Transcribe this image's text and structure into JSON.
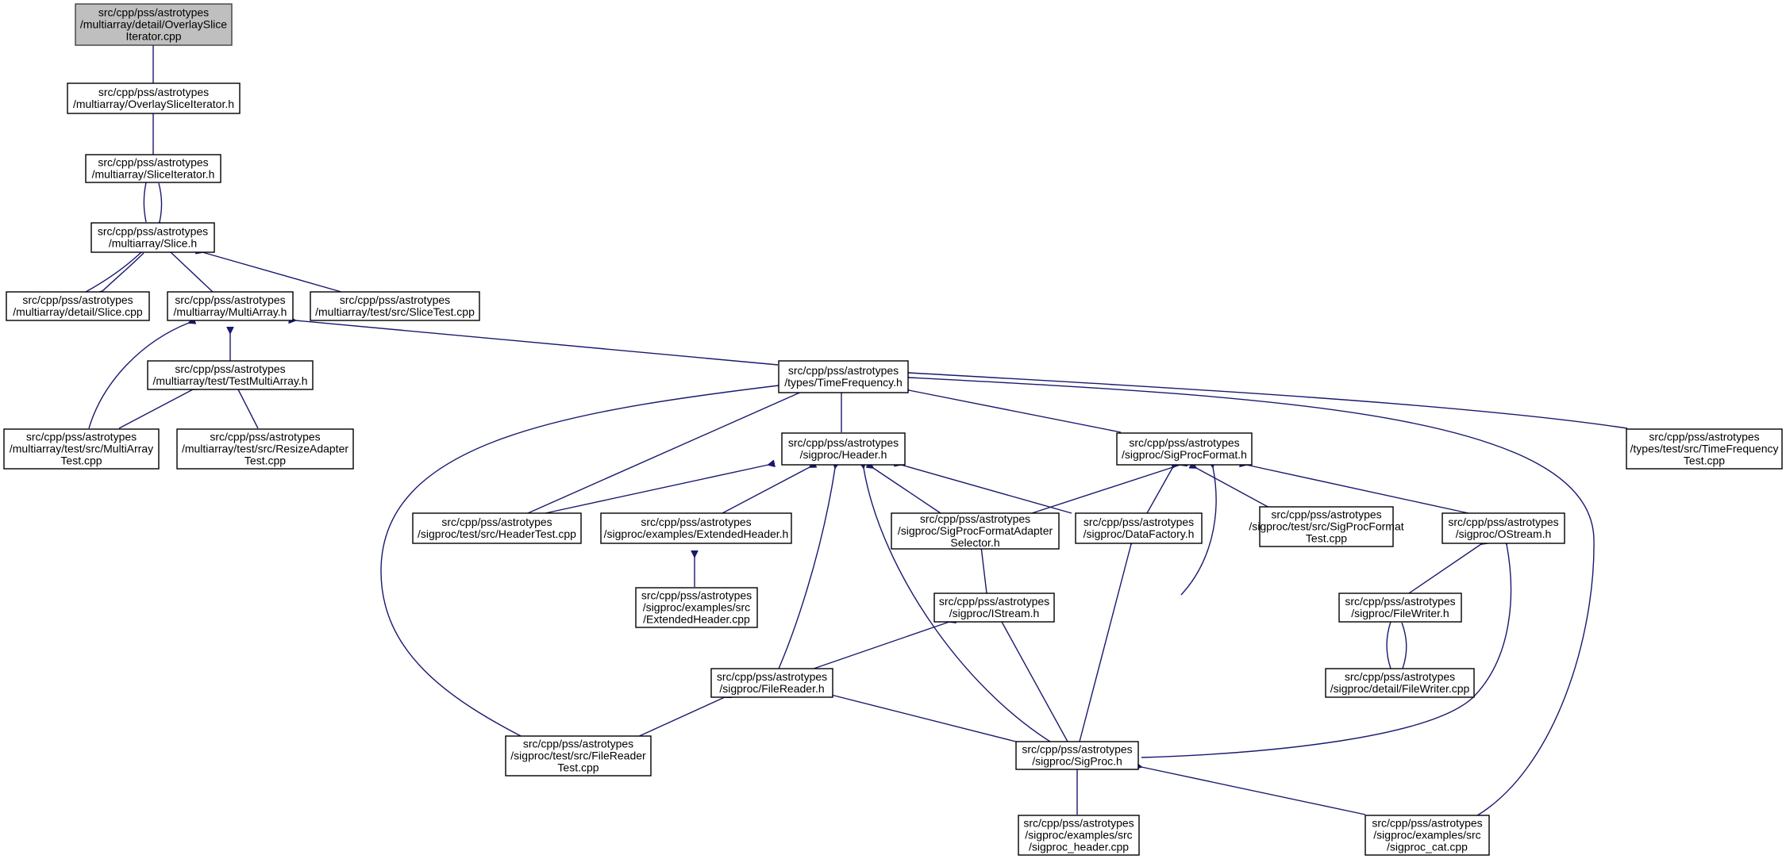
{
  "graph": {
    "title": "",
    "edge_color": "#191970",
    "root_fill": "#bfbfbf",
    "nodes": [
      {
        "id": "osi_cpp",
        "lines": [
          "src/cpp/pss/astrotypes",
          "/multiarray/detail/OverlaySlice",
          "Iterator.cpp"
        ],
        "root": true
      },
      {
        "id": "osi_h",
        "lines": [
          "src/cpp/pss/astrotypes",
          "/multiarray/OverlaySliceIterator.h"
        ]
      },
      {
        "id": "si_h",
        "lines": [
          "src/cpp/pss/astrotypes",
          "/multiarray/SliceIterator.h"
        ]
      },
      {
        "id": "slice_h",
        "lines": [
          "src/cpp/pss/astrotypes",
          "/multiarray/Slice.h"
        ]
      },
      {
        "id": "slice_cpp",
        "lines": [
          "src/cpp/pss/astrotypes",
          "/multiarray/detail/Slice.cpp"
        ]
      },
      {
        "id": "ma_h",
        "lines": [
          "src/cpp/pss/astrotypes",
          "/multiarray/MultiArray.h"
        ]
      },
      {
        "id": "slicetest",
        "lines": [
          "src/cpp/pss/astrotypes",
          "/multiarray/test/src/SliceTest.cpp"
        ]
      },
      {
        "id": "tma_h",
        "lines": [
          "src/cpp/pss/astrotypes",
          "/multiarray/test/TestMultiArray.h"
        ]
      },
      {
        "id": "matest",
        "lines": [
          "src/cpp/pss/astrotypes",
          "/multiarray/test/src/MultiArray",
          "Test.cpp"
        ]
      },
      {
        "id": "ratest",
        "lines": [
          "src/cpp/pss/astrotypes",
          "/multiarray/test/src/ResizeAdapter",
          "Test.cpp"
        ]
      },
      {
        "id": "tf_h",
        "lines": [
          "src/cpp/pss/astrotypes",
          "/types/TimeFrequency.h"
        ]
      },
      {
        "id": "header_h",
        "lines": [
          "src/cpp/pss/astrotypes",
          "/sigproc/Header.h"
        ]
      },
      {
        "id": "spf_h",
        "lines": [
          "src/cpp/pss/astrotypes",
          "/sigproc/SigProcFormat.h"
        ]
      },
      {
        "id": "tftest",
        "lines": [
          "src/cpp/pss/astrotypes",
          "/types/test/src/TimeFrequency",
          "Test.cpp"
        ]
      },
      {
        "id": "headertest",
        "lines": [
          "src/cpp/pss/astrotypes",
          "/sigproc/test/src/HeaderTest.cpp"
        ]
      },
      {
        "id": "exthdr_h",
        "lines": [
          "src/cpp/pss/astrotypes",
          "/sigproc/examples/ExtendedHeader.h"
        ]
      },
      {
        "id": "spfas_h",
        "lines": [
          "src/cpp/pss/astrotypes",
          "/sigproc/SigProcFormatAdapter",
          "Selector.h"
        ]
      },
      {
        "id": "df_h",
        "lines": [
          "src/cpp/pss/astrotypes",
          "/sigproc/DataFactory.h"
        ]
      },
      {
        "id": "spftest",
        "lines": [
          "src/cpp/pss/astrotypes",
          "/sigproc/test/src/SigProcFormat",
          "Test.cpp"
        ]
      },
      {
        "id": "ostream_h",
        "lines": [
          "src/cpp/pss/astrotypes",
          "/sigproc/OStream.h"
        ]
      },
      {
        "id": "exthdr_cpp",
        "lines": [
          "src/cpp/pss/astrotypes",
          "/sigproc/examples/src",
          "/ExtendedHeader.cpp"
        ]
      },
      {
        "id": "istream_h",
        "lines": [
          "src/cpp/pss/astrotypes",
          "/sigproc/IStream.h"
        ]
      },
      {
        "id": "fw_h",
        "lines": [
          "src/cpp/pss/astrotypes",
          "/sigproc/FileWriter.h"
        ]
      },
      {
        "id": "fr_h",
        "lines": [
          "src/cpp/pss/astrotypes",
          "/sigproc/FileReader.h"
        ]
      },
      {
        "id": "fw_cpp",
        "lines": [
          "src/cpp/pss/astrotypes",
          "/sigproc/detail/FileWriter.cpp"
        ]
      },
      {
        "id": "frtest",
        "lines": [
          "src/cpp/pss/astrotypes",
          "/sigproc/test/src/FileReader",
          "Test.cpp"
        ]
      },
      {
        "id": "sigproc_h",
        "lines": [
          "src/cpp/pss/astrotypes",
          "/sigproc/SigProc.h"
        ]
      },
      {
        "id": "sphdr_cpp",
        "lines": [
          "src/cpp/pss/astrotypes",
          "/sigproc/examples/src",
          "/sigproc_header.cpp"
        ]
      },
      {
        "id": "spcat_cpp",
        "lines": [
          "src/cpp/pss/astrotypes",
          "/sigproc/examples/src",
          "/sigproc_cat.cpp"
        ]
      }
    ]
  }
}
